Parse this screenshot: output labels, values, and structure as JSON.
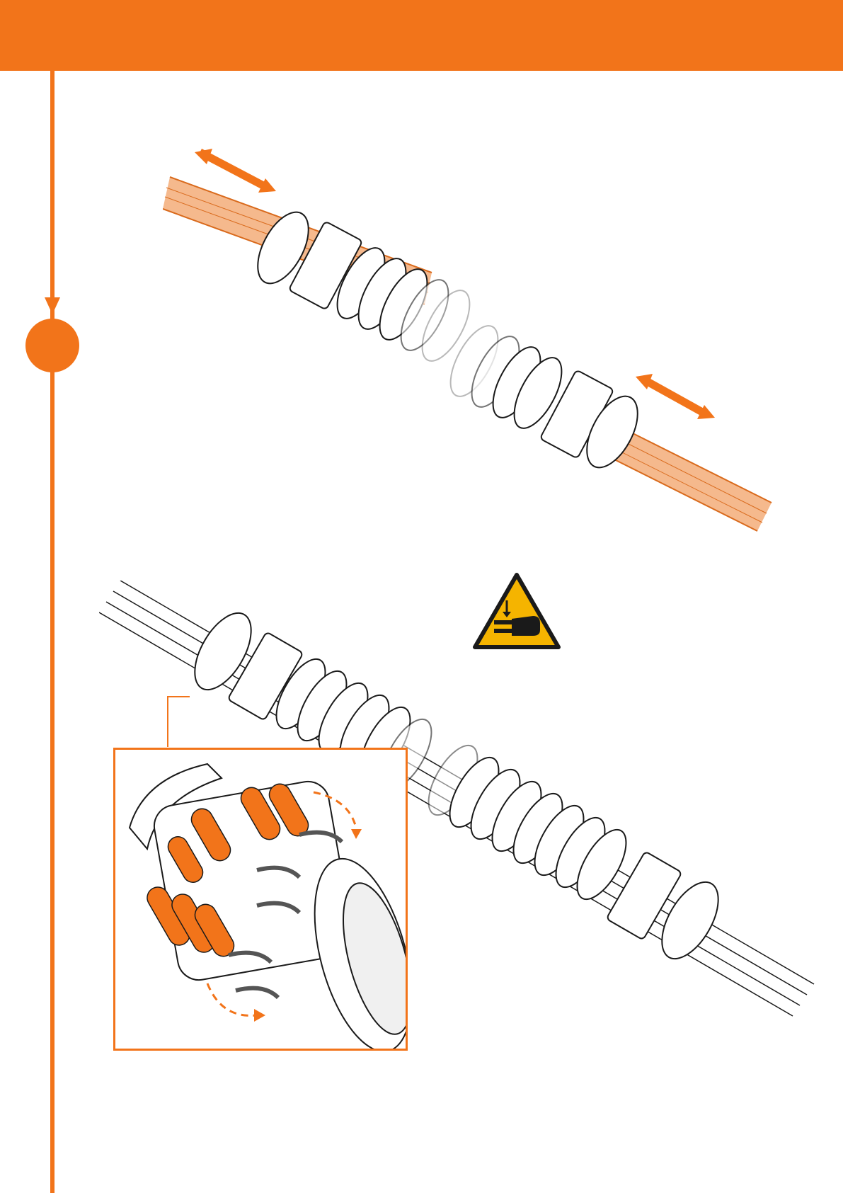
{
  "page": {
    "accent_color": "#f2741a",
    "line_color": "#1a1a1a",
    "warning_color": "#f5b400"
  },
  "icons": {
    "step_marker": "filled-orange-circle",
    "motion_arrows": "double-headed-arrow",
    "rotation_arrows": "dashed-curved-arrow",
    "warning": "hand-crush-hazard-triangle"
  }
}
